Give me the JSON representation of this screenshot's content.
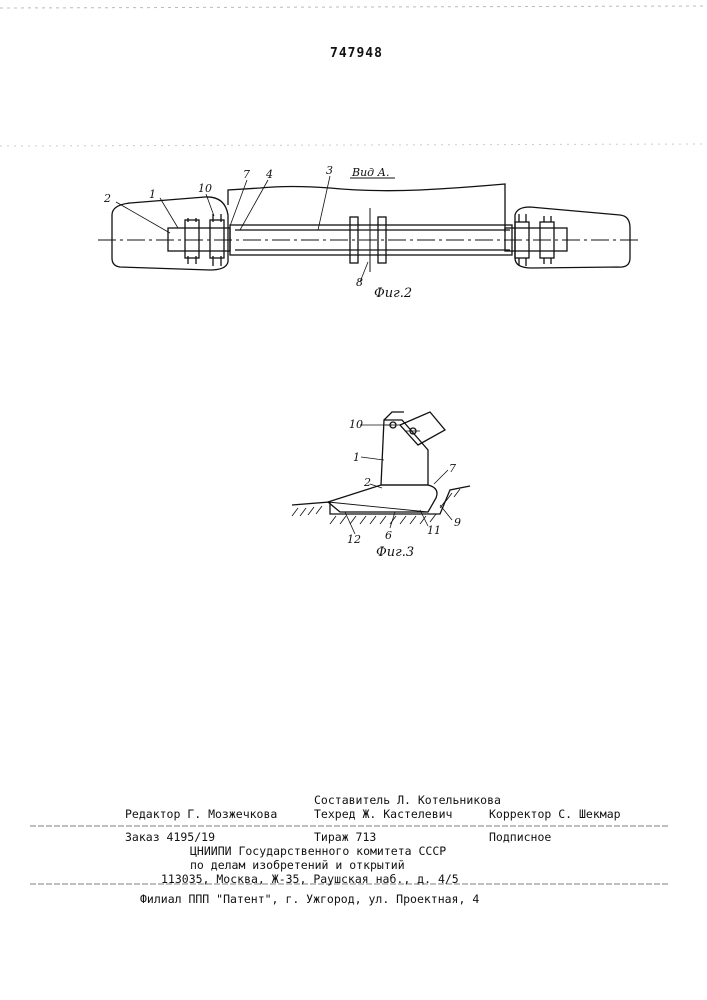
{
  "header": {
    "patent_number": "747948"
  },
  "figure2": {
    "view_label": "Вид А.",
    "caption": "Фиг.2",
    "labels": [
      "2",
      "1",
      "10",
      "7",
      "4",
      "3",
      "8"
    ]
  },
  "figure3": {
    "caption": "Фиг.3",
    "labels": [
      "10",
      "1",
      "2",
      "7",
      "9",
      "11",
      "6",
      "12"
    ]
  },
  "footer": {
    "compiler": "Составитель Л. Котельникова",
    "editor": "Редактор Г. Мозжечкова",
    "techred": "Техред Ж. Кастелевич",
    "corrector": "Корректор С. Шекмар",
    "order": "Заказ 4195/19",
    "circulation": "Тираж 713",
    "subscription": "Подписное",
    "org_line1": "ЦНИИПИ Государственного комитета СССР",
    "org_line2": "по делам изобретений и открытий",
    "address": "113035, Москва, Ж-35, Раушская наб., д. 4/5",
    "branch": "Филиал ППП \"Патент\", г. Ужгород, ул. Проектная, 4"
  }
}
